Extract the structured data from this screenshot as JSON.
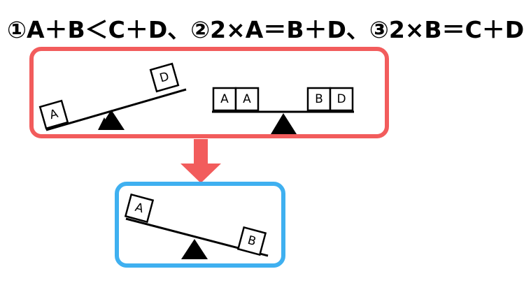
{
  "header": {
    "text": "①A＋B＜C＋D、②2×A＝B＋D、③2×B＝C＋D"
  },
  "colors": {
    "top_frame": "#f25c5c",
    "bottom_frame": "#3fb0f0",
    "arrow": "#f25c5c",
    "ink": "#000000"
  },
  "panel_top": {
    "left_seesaw": {
      "low_box": "A",
      "high_box": "D"
    },
    "right_seesaw": {
      "left_boxes": [
        "A",
        "A"
      ],
      "right_boxes": [
        "B",
        "D"
      ]
    }
  },
  "panel_bottom": {
    "seesaw": {
      "high_box": "A",
      "low_box": "B"
    }
  }
}
